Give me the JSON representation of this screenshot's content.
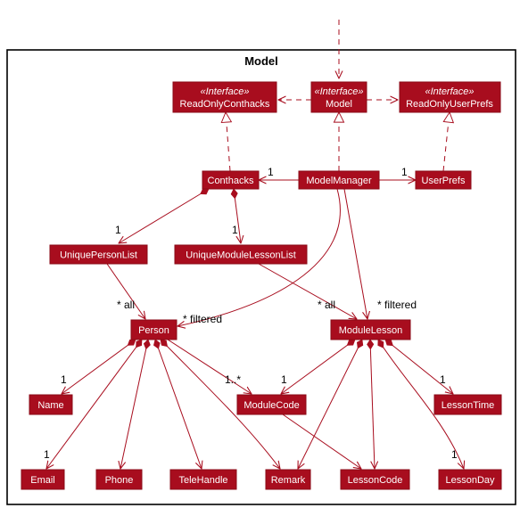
{
  "diagram": {
    "title": "Model",
    "colors": {
      "node_fill": "#a80d1e",
      "node_border": "#8a0a17",
      "edge": "#a80d1e",
      "node_text": "#ffffff",
      "frame_border": "#000000"
    },
    "nodes": {
      "readonly_conthacks": {
        "stereotype": "«Interface»",
        "label": "ReadOnlyConthacks"
      },
      "model": {
        "stereotype": "«Interface»",
        "label": "Model"
      },
      "readonly_userprefs": {
        "stereotype": "«Interface»",
        "label": "ReadOnlyUserPrefs"
      },
      "conthacks": {
        "label": "Conthacks"
      },
      "model_manager": {
        "label": "ModelManager"
      },
      "user_prefs": {
        "label": "UserPrefs"
      },
      "unique_person_list": {
        "label": "UniquePersonList"
      },
      "unique_module_lesson_list": {
        "label": "UniqueModuleLessonList"
      },
      "person": {
        "label": "Person"
      },
      "module_lesson": {
        "label": "ModuleLesson"
      },
      "name": {
        "label": "Name"
      },
      "module_code": {
        "label": "ModuleCode"
      },
      "lesson_time": {
        "label": "LessonTime"
      },
      "email": {
        "label": "Email"
      },
      "phone": {
        "label": "Phone"
      },
      "tele_handle": {
        "label": "TeleHandle"
      },
      "remark": {
        "label": "Remark"
      },
      "lesson_code": {
        "label": "LessonCode"
      },
      "lesson_day": {
        "label": "LessonDay"
      }
    },
    "multiplicities": {
      "manager_conthacks": "1",
      "manager_userprefs": "1",
      "conthacks_personlist": "1",
      "conthacks_lessonlist": "1",
      "personlist_person": "* all",
      "manager_person": "* filtered",
      "lessonlist_lesson": "* all",
      "manager_lesson": "* filtered",
      "person_name": "1",
      "person_modulecode": "1..*",
      "lesson_modulecode": "1",
      "lesson_lessontime": "1",
      "person_email": "1",
      "lesson_lessonday": "1"
    }
  }
}
